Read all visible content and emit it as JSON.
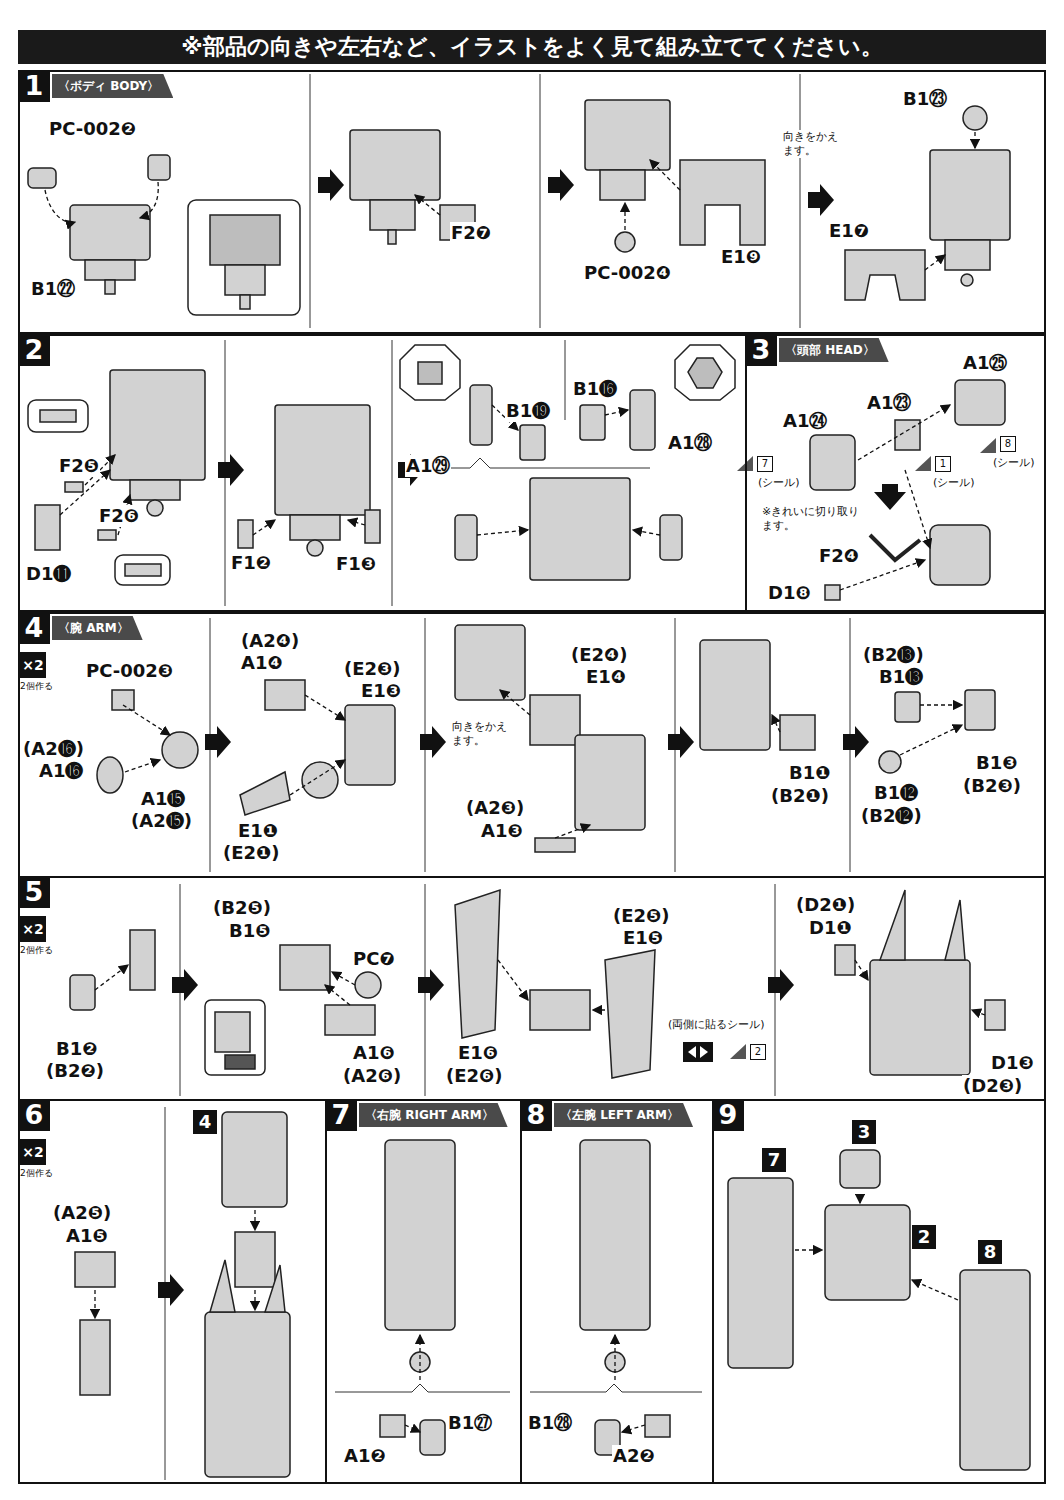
{
  "diagram": {
    "title": "※部品の向きや左右など、イラストをよく見て組み立ててください。",
    "nodes": [
      {
        "text": [
          "1",
          "〈ボディ BODY〉"
        ]
      },
      {
        "text": [
          "2"
        ]
      },
      {
        "text": [
          "3",
          "〈頭部 HEAD〉"
        ]
      },
      {
        "text": [
          "4",
          "〈腕 ARM〉",
          "×2",
          "2個作る"
        ]
      },
      {
        "text": [
          "5",
          "×2",
          "2個作る"
        ]
      },
      {
        "text": [
          "6",
          "×2",
          "2個作る"
        ]
      },
      {
        "text": [
          "7",
          "〈右腕 RIGHT ARM〉"
        ]
      },
      {
        "text": [
          "8",
          "〈左腕 LEFT ARM〉"
        ]
      },
      {
        "text": [
          "9"
        ]
      }
    ],
    "labels": [
      "PC-002❷",
      "B1㉒",
      "F2❼",
      "PC-002❹",
      "E1❾",
      "向きをかえます。",
      "B1㉓",
      "E1❼",
      "F2❺",
      "F2❻",
      "D1⓫",
      "F1❷",
      "F1❸",
      "A1㉙",
      "B1⓳",
      "B1⓰",
      "A1㉘",
      "A1㉕",
      "A1㉔",
      "A1㉓",
      "7",
      "(シール)",
      "1",
      "(シール)",
      "8",
      "(シール)",
      "※きれいに切り取ります。",
      "F2❹",
      "D1❽",
      "PC-002❸",
      "(A2⓰)",
      "A1⓰",
      "A1⓯",
      "(A2⓯)",
      "(A2❹)",
      "A1❹",
      "(E2❸)",
      "E1❸",
      "E1❶",
      "(E2❶)",
      "向きをかえます。",
      "(E2❹)",
      "E1❹",
      "(A2❸)",
      "A1❸",
      "B1❶",
      "(B2❶)",
      "(B2⓭)",
      "B1⓭",
      "B1❸",
      "(B2❸)",
      "B1⓬",
      "(B2⓬)",
      "B1❷",
      "(B2❷)",
      "(B2❺)",
      "B1❺",
      "PC❼",
      "A1❻",
      "(A2❻)",
      "E1❻",
      "(E2❻)",
      "(E2❺)",
      "E1❺",
      "(両側に貼るシール)",
      "2",
      "(D2❶)",
      "D1❶",
      "D1❸",
      "(D2❸)",
      "(A2❺)",
      "A1❺",
      "4",
      "A1❷",
      "B1㉗",
      "B1㉘",
      "A2❷",
      "7",
      "3",
      "2",
      "8"
    ]
  }
}
